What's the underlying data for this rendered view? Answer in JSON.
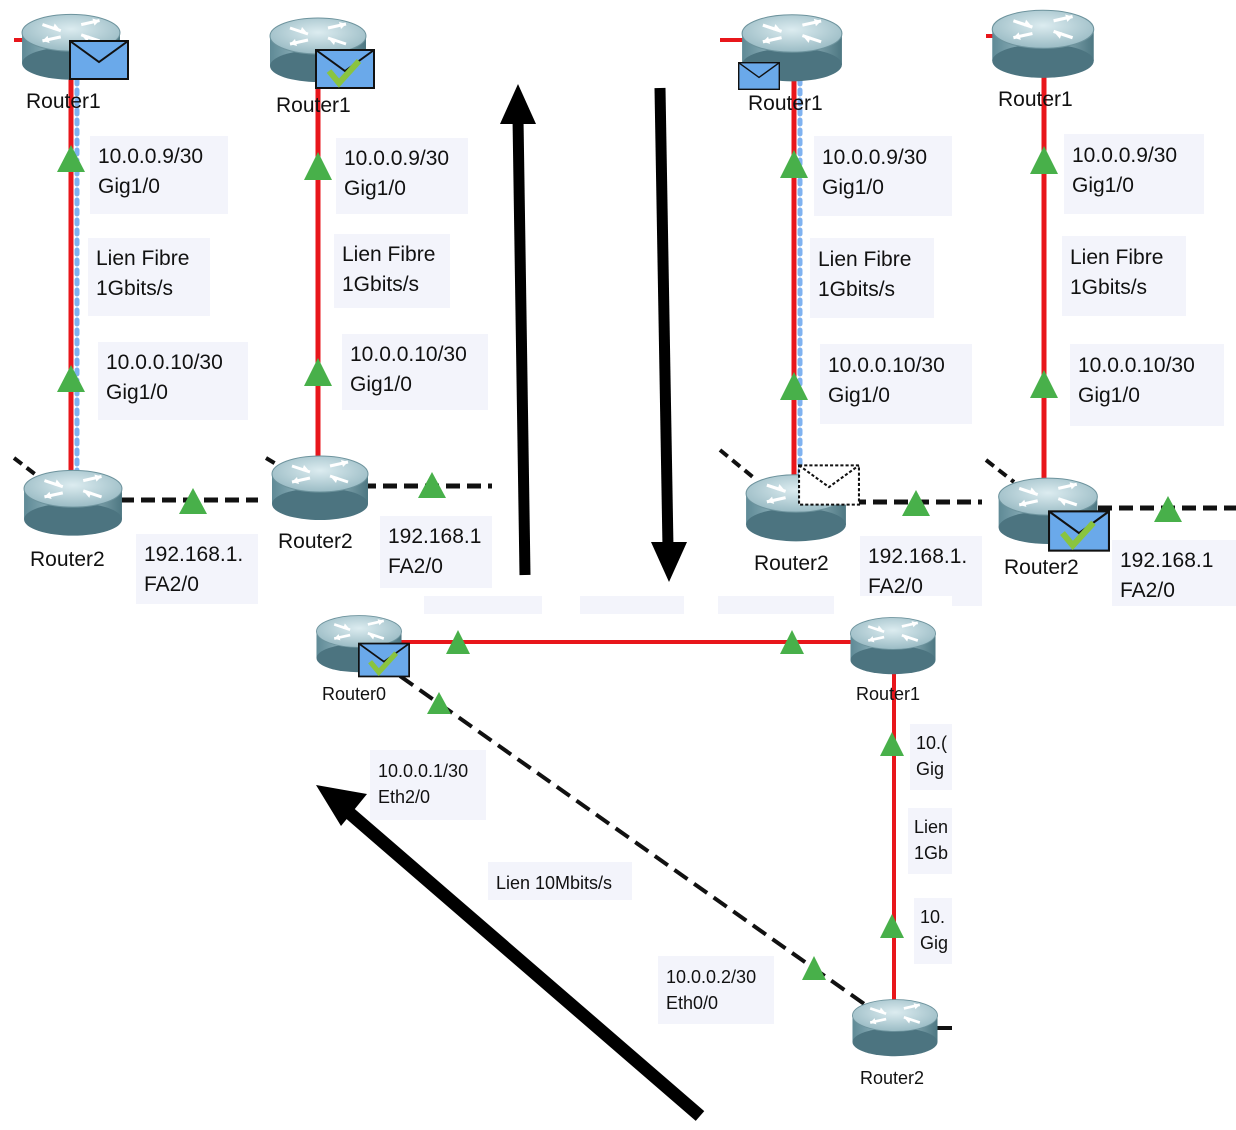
{
  "colors": {
    "fiber_link": "#e8161b",
    "ethernet_link": "#111111",
    "port_up": "#48b04a",
    "pdu_dots": "#7fb2f0",
    "envelope": "#6aa9ea",
    "check": "#8ac43f",
    "label_bg": "#f3f4fb"
  },
  "top_panels": [
    {
      "id": "p1",
      "router_top": "Router1",
      "router_bottom": "Router2",
      "top_ip": "10.0.0.9/30",
      "top_port": "Gig1/0",
      "link_line1": "Lien Fibre",
      "link_line2": "1Gbits/s",
      "bottom_ip": "10.0.0.10/30",
      "bottom_port": "Gig1/0",
      "lan_ip": "192.168.1.",
      "lan_port": "FA2/0",
      "pdu": "Envelope in transit at Router1"
    },
    {
      "id": "p2",
      "router_top": "Router1",
      "router_bottom": "Router2",
      "top_ip": "10.0.0.9/30",
      "top_port": "Gig1/0",
      "link_line1": "Lien Fibre",
      "link_line2": "1Gbits/s",
      "bottom_ip": "10.0.0.10/30",
      "bottom_port": "Gig1/0",
      "lan_ip": "192.168.1",
      "lan_port": "FA2/0",
      "pdu": "Envelope delivered at Router1"
    },
    {
      "id": "p3",
      "router_top": "Router1",
      "router_bottom": "Router2",
      "top_ip": "10.0.0.9/30",
      "top_port": "Gig1/0",
      "link_line1": "Lien Fibre",
      "link_line2": "1Gbits/s",
      "bottom_ip": "10.0.0.10/30",
      "bottom_port": "Gig1/0",
      "lan_ip": "192.168.1.",
      "lan_port": "FA2/0",
      "pdu": "Envelope leaving Router1 towards Router2"
    },
    {
      "id": "p4",
      "router_top": "Router1",
      "router_bottom": "Router2",
      "top_ip": "10.0.0.9/30",
      "top_port": "Gig1/0",
      "link_line1": "Lien Fibre",
      "link_line2": "1Gbits/s",
      "bottom_ip": "10.0.0.10/30",
      "bottom_port": "Gig1/0",
      "lan_ip": "192.168.1",
      "lan_port": "FA2/0",
      "pdu": "Envelope delivered at Router2"
    }
  ],
  "main": {
    "router0": "Router0",
    "router1": "Router1",
    "router2": "Router2",
    "r0_ip": "10.0.0.1/30",
    "r0_port": "Eth2/0",
    "r2_ip": "10.0.0.2/30",
    "r2_port": "Eth0/0",
    "slow_link": "Lien 10Mbits/s",
    "r1_ip_partial": "10.(",
    "r1_port_partial": "Gig",
    "link_partial_1": "Lien",
    "link_partial_2": "1Gb",
    "r2_ip_partial": "10.",
    "r2_port_partial": "Gig"
  },
  "flow_arrows": [
    "up-arrow-icon",
    "down-arrow-icon",
    "diagonal-arrow-icon"
  ]
}
